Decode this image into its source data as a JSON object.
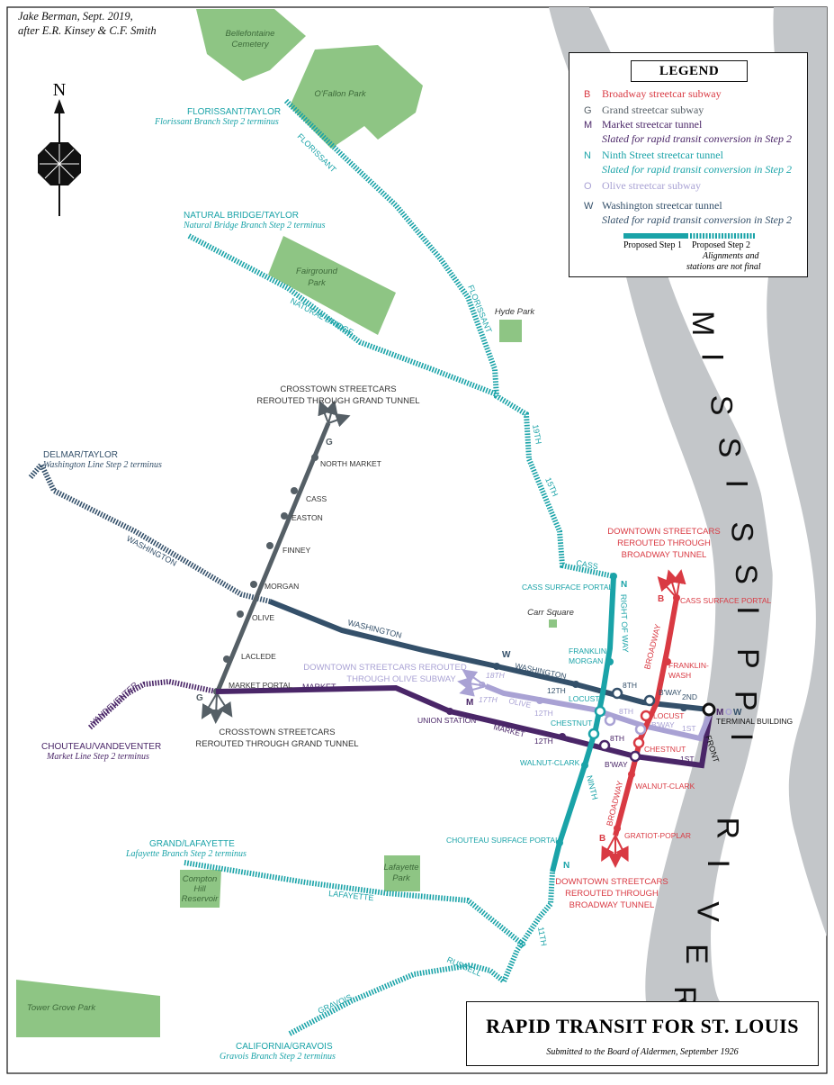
{
  "credit": [
    "Jake Berman, Sept. 2019,",
    "after E.R. Kinsey & C.F. Smith"
  ],
  "north": "N",
  "colors": {
    "broadway": "#d93a43",
    "grand": "#555f66",
    "market": "#4a2668",
    "ninth": "#1aa3a8",
    "olive": "#a9a2d4",
    "washington": "#34506a",
    "park": "#8ec584",
    "river": "#c3c6c9"
  },
  "legend": {
    "title": "LEGEND",
    "items": [
      {
        "sym": "B",
        "label": "Broadway streetcar subway",
        "sub": "",
        "color": "#d93a43"
      },
      {
        "sym": "G",
        "label": "Grand streetcar subway",
        "sub": "",
        "color": "#555f66"
      },
      {
        "sym": "M",
        "label": "Market streetcar tunnel",
        "sub": "Slated for rapid transit conversion in Step 2",
        "color": "#4a2668"
      },
      {
        "sym": "N",
        "label": "Ninth Street streetcar tunnel",
        "sub": "Slated for rapid transit conversion in Step 2",
        "color": "#1aa3a8"
      },
      {
        "sym": "O",
        "label": "Olive streetcar subway",
        "sub": "",
        "color": "#a9a2d4"
      },
      {
        "sym": "W",
        "label": "Washington streetcar tunnel",
        "sub": "Slated for rapid transit conversion in Step 2",
        "color": "#34506a"
      }
    ],
    "step1": "Proposed Step 1",
    "step2": "Proposed Step 2",
    "note": [
      "Alignments and",
      "stations are not final"
    ]
  },
  "river": "MISSISSIPPI RIVER",
  "parks": [
    {
      "name": "Bellefontaine Cemetery"
    },
    {
      "name": "O'Fallon Park"
    },
    {
      "name": "Fairground Park"
    },
    {
      "name": "Hyde Park"
    },
    {
      "name": "Carr Square"
    },
    {
      "name": "Compton Hill Reservoir"
    },
    {
      "name": "Lafayette Park"
    },
    {
      "name": "Tower Grove Park"
    }
  ],
  "terminus": [
    {
      "name": "FLORISSANT/TAYLOR",
      "sub": "Florissant Branch Step 2 terminus"
    },
    {
      "name": "NATURAL BRIDGE/TAYLOR",
      "sub": "Natural Bridge Branch Step 2 terminus"
    },
    {
      "name": "DELMAR/TAYLOR",
      "sub": "Washington Line Step 2 terminus"
    },
    {
      "name": "CHOUTEAU/VANDEVENTER",
      "sub": "Market Line Step 2 terminus"
    },
    {
      "name": "GRAND/LAFAYETTE",
      "sub": "Lafayette Branch Step 2 terminus"
    },
    {
      "name": "CALIFORNIA/GRAVOIS",
      "sub": "Gravois Branch Step 2 terminus"
    }
  ],
  "street_labels": [
    "FLORISSANT",
    "NATURAL BRIDGE",
    "WASHINGTON",
    "MARKET",
    "VANDEVENTER",
    "LAFAYETTE",
    "GRAVOIS",
    "RUSSELL",
    "CASS",
    "19TH",
    "15TH",
    "11TH",
    "RIGHT OF WAY",
    "NINTH",
    "BROADWAY",
    "FRONT"
  ],
  "grand_stations": [
    "NORTH MARKET",
    "CASS",
    "EASTON",
    "FINNEY",
    "MORGAN",
    "OLIVE",
    "LACLEDE",
    "MARKET PORTAL"
  ],
  "downtown_labels": {
    "cass_surface_portal_n": "CASS SURFACE PORTAL",
    "cass_surface_portal_b": "CASS SURFACE PORTAL",
    "franklin_morgan": [
      "FRANKLIN-",
      "MORGAN"
    ],
    "franklin_wash": [
      "FRANKLIN-",
      "WASH"
    ],
    "locust_n": "LOCUST",
    "locust_b": "LOCUST",
    "chestnut_n": "CHESTNUT",
    "chestnut_b": "CHESTNUT",
    "walnut_clark_n": "WALNUT-CLARK",
    "walnut_clark_b": "WALNUT-CLARK",
    "gratiot_poplar": "GRATIOT-POPLAR",
    "chouteau_portal": "CHOUTEAU SURFACE PORTAL",
    "union_station": "UNION STATION",
    "terminal": "TERMINAL BUILDING",
    "w_washington": "WASHINGTON",
    "olive": "OLIVE",
    "market": "MARKET",
    "t12_w": "12TH",
    "t12_o": "12TH",
    "t12_m": "12TH",
    "t8_w": "8TH",
    "t8_o": "8TH",
    "t8_m": "8TH",
    "bway_w": "B'WAY",
    "bway_o": "B'WAY",
    "bway_m": "B'WAY",
    "second": "2ND",
    "first_o": "1ST",
    "first_m": "1ST",
    "t18": "18TH",
    "t17": "17TH"
  },
  "notes": {
    "grand_north": [
      "CROSSTOWN STREETCARS",
      "REROUTED THROUGH GRAND TUNNEL"
    ],
    "grand_south": [
      "CROSSTOWN STREETCARS",
      "REROUTED THROUGH GRAND TUNNEL"
    ],
    "olive_west": [
      "DOWNTOWN STREETCARS REROUTED",
      "THROUGH OLIVE SUBWAY"
    ],
    "broadway_north": [
      "DOWNTOWN STREETCARS",
      "REROUTED THROUGH",
      "BROADWAY TUNNEL"
    ],
    "broadway_south": [
      "DOWNTOWN STREETCARS",
      "REROUTED THROUGH",
      "BROADWAY TUNNEL"
    ]
  },
  "line_letters": {
    "b": "B",
    "g": "G",
    "m": "M",
    "n": "N",
    "o": "O",
    "w": "W"
  },
  "title": "RAPID TRANSIT FOR ST. LOUIS",
  "subtitle": "Submitted to the Board of Aldermen, September 1926"
}
